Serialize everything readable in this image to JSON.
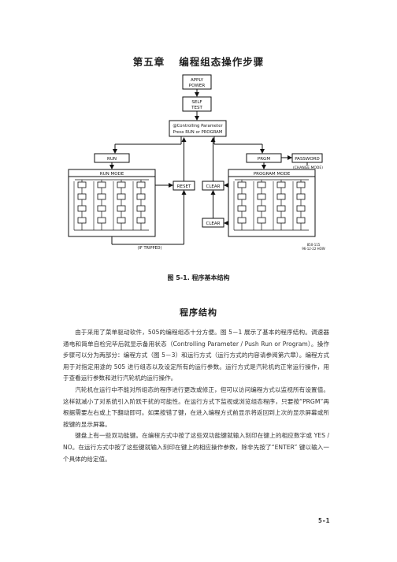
{
  "header": {
    "chapter": "第五章",
    "title": "编程组态操作步骤"
  },
  "diagram": {
    "apply_power": [
      "APPLY",
      "POWER"
    ],
    "self_test": [
      "SELF",
      "TEST"
    ],
    "controlling": [
      "@Controlling Parameter",
      "Press RUN or PROGRAM"
    ],
    "run": "RUN",
    "prgm": "PRGM",
    "password": "PASSWORD",
    "change_mode": "(CHANGE MODE)",
    "run_mode": "RUN MODE",
    "program_mode": "PROGRAM MODE",
    "reset": "RESET",
    "clear_top": "CLEAR",
    "clear_bottom": "CLEAR",
    "if_tripped": "(IF TRIPPED)",
    "drawing_number": [
      "850-115",
      "96-12-22 HOW"
    ]
  },
  "figure_caption": "图 5-1. 程序基本结构",
  "section_heading": "程序结构",
  "paragraphs": [
    "由于采用了菜单驱动软件，505的编程组态十分方便。图 5－1 展示了基本的程序结构。调速器通电和简单自检完毕后就显示备用状态（Controlling Parameter / Push Run or Program）。操作步骤可以分为两部分：编程方式（图 5－3）和运行方式（运行方式的内容请参阅第六章）。编程方式用于对指定用途的 505 进行组态以及设定所有的运行参数。运行方式是汽轮机的正常运行操作，用于查看运行参数和进行汽轮机的运行操作。",
    "汽轮机在运行中不能对所组态的程序进行更改或修正，但可以访问编程方式以监视所有设置值。这样就减小了对系统引入阶跃干扰的可能性。在运行方式下监视或浏览组态程序，只要按“PRGM”再根据需要左右或上下翻动即可。如果按错了键，在进入编程方式前显示将返回到上次的显示屏幕或所按键的显示屏幕。",
    "键盘上有一些双功能键。在编程方式中按了这些双功能键就输入刻印在键上的相应数字或 YES / NO。在运行方式中按了这些键就输入刻印在键上的相应操作参数，除非先按了“ENTER” 键以输入一个具体的给定值。"
  ],
  "page_number": "5-1"
}
